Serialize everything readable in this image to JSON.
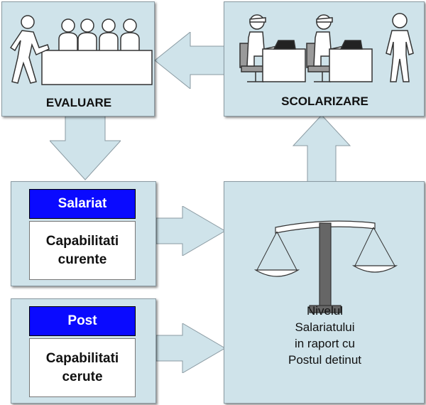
{
  "evaluare": {
    "title": "EVALUARE"
  },
  "scolarizare": {
    "title": "SCOLARIZARE"
  },
  "salariat": {
    "header": "Salariat",
    "line1": "Capabilitati",
    "line2": "curente"
  },
  "post": {
    "header": "Post",
    "line1": "Capabilitati",
    "line2": "cerute"
  },
  "balance": {
    "line1": "Nivelul",
    "line2": "Salariatului",
    "line3": "in raport cu",
    "line4": "Postul detinut"
  },
  "icons": [
    "people-meeting-icon",
    "people-at-computers-icon",
    "balance-scale-icon"
  ],
  "colors": {
    "panel": "#cfe3ea",
    "header": "#0a0aff",
    "arrow": "#cfe3ea",
    "border": "#8a9aa2"
  }
}
